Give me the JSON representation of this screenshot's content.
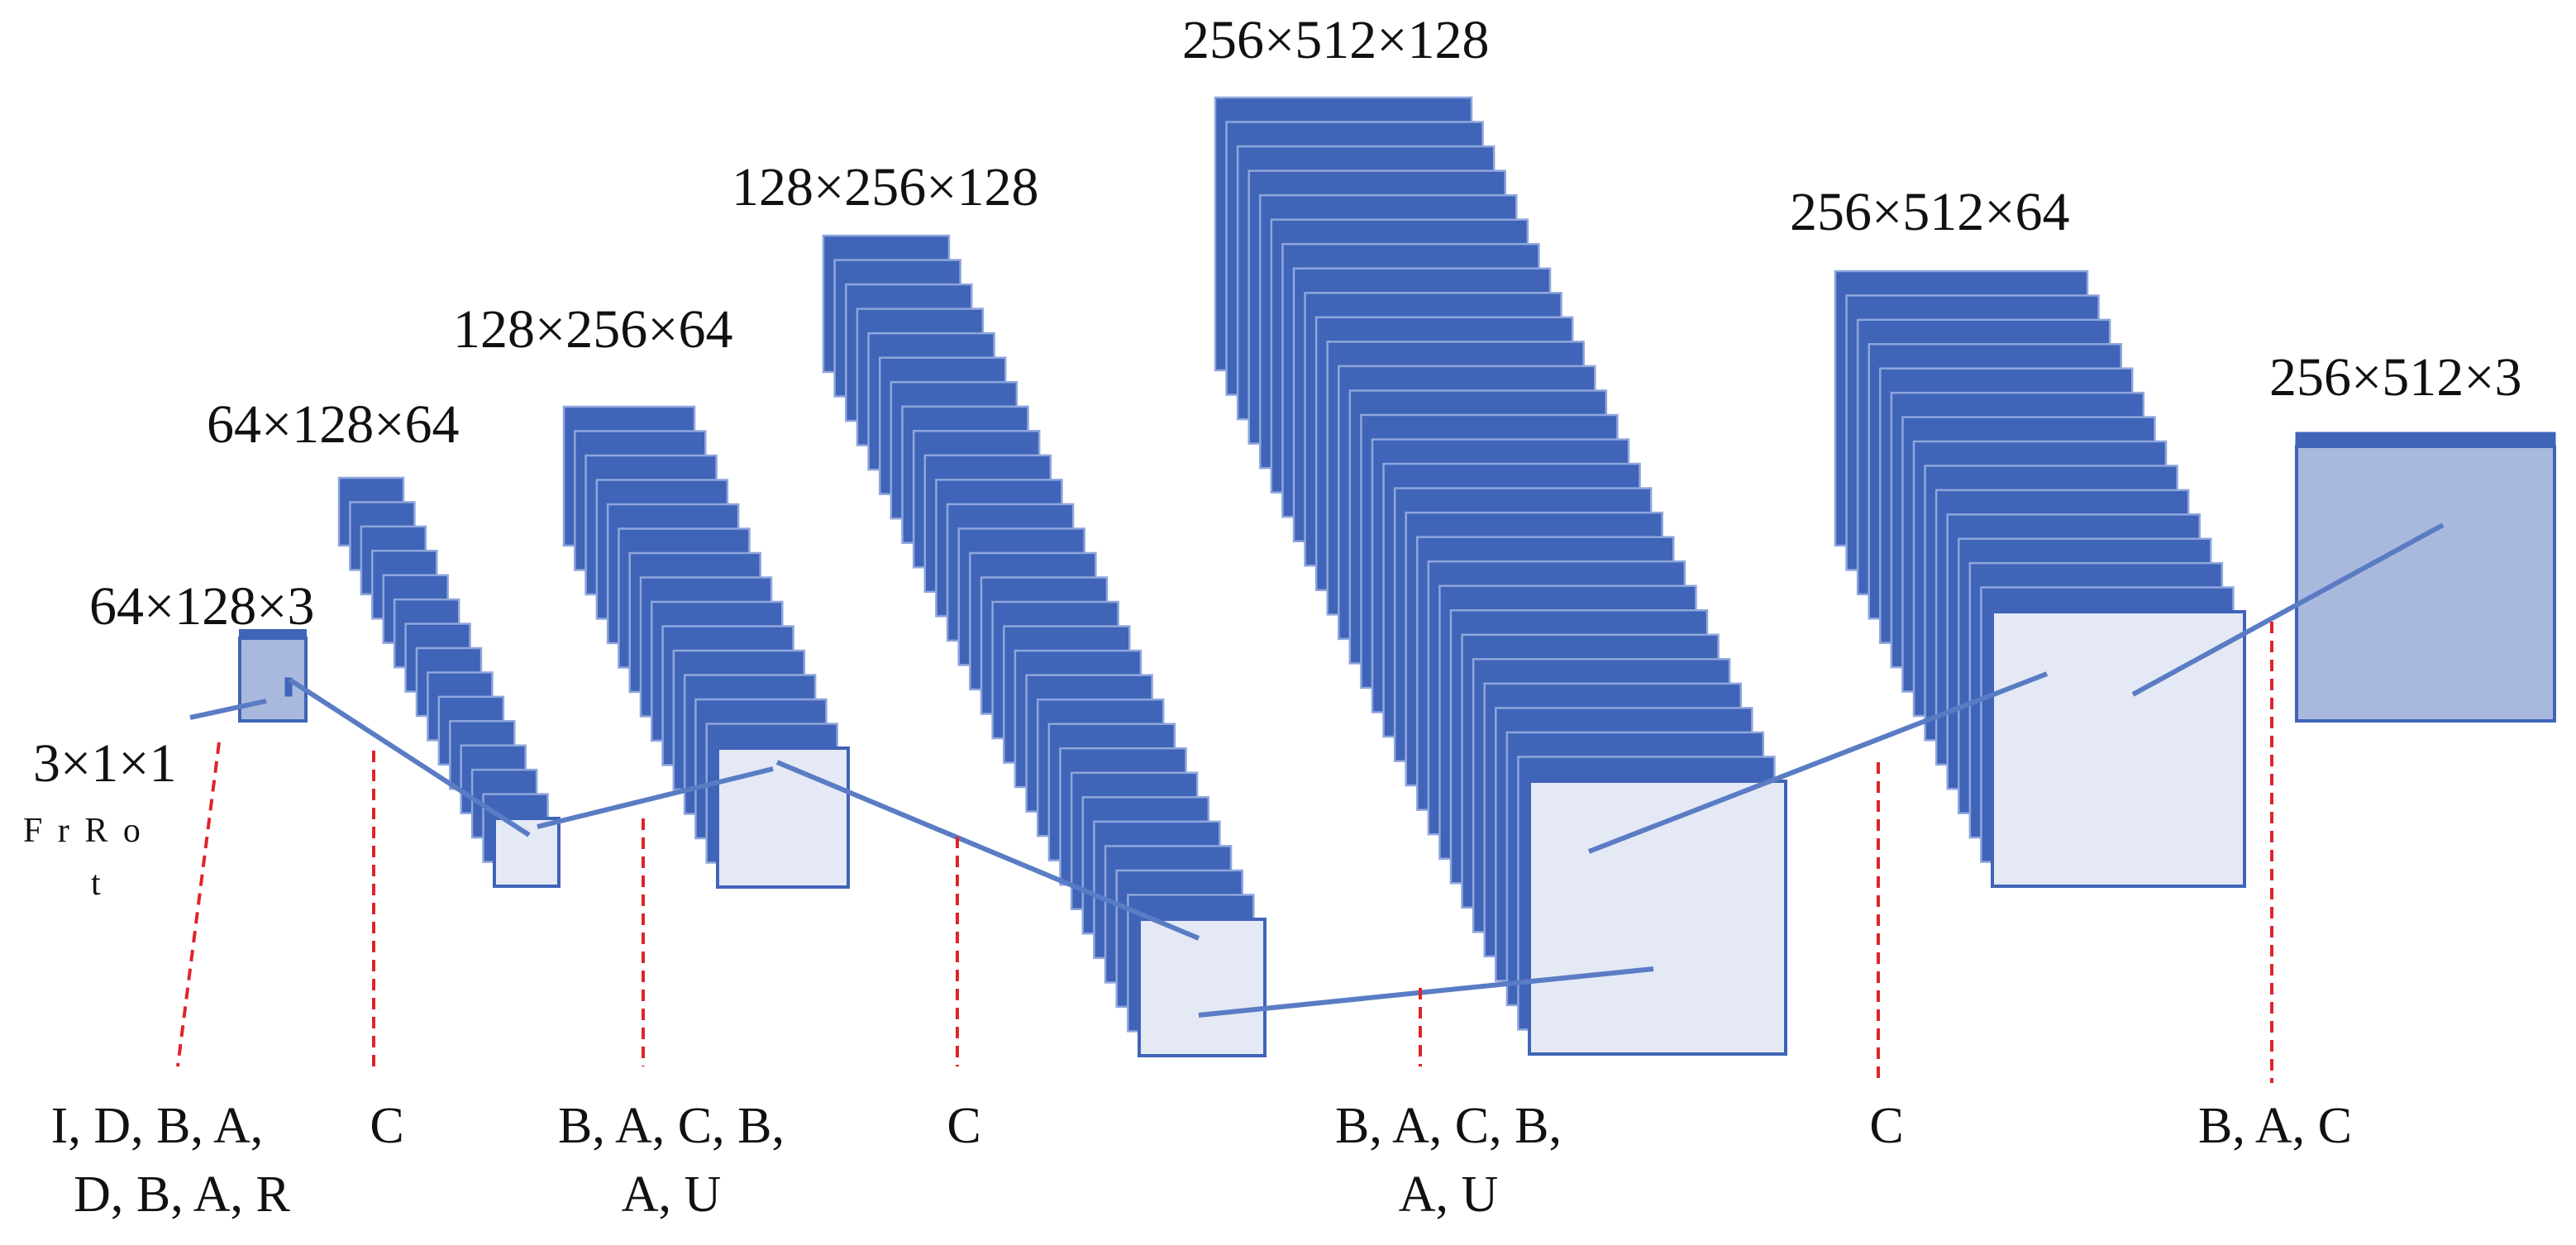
{
  "palette": {
    "layer_dark": "#3f64b8",
    "layer_edge": "#8fa6dc",
    "face_light": "#e4e9f5",
    "face_mid": "#a9b9dd",
    "connector": "#5a7cc4",
    "divider": "#e0242a"
  },
  "layers": [
    {
      "id": "input-3ch",
      "label": "64×128×3"
    },
    {
      "id": "enc1",
      "label": "64×128×64"
    },
    {
      "id": "enc2",
      "label": "128×256×64"
    },
    {
      "id": "enc3",
      "label": "128×256×128"
    },
    {
      "id": "bottleneck",
      "label": "256×512×128"
    },
    {
      "id": "dec1",
      "label": "256×512×64"
    },
    {
      "id": "output",
      "label": "256×512×3"
    }
  ],
  "kernel": {
    "label": "3×1×1",
    "sub_line1": "F r   R o",
    "sub_line2": "t"
  },
  "operations": [
    {
      "line1": "I, D, B, A,",
      "line2": "D, B, A, R"
    },
    {
      "line1": "C",
      "line2": ""
    },
    {
      "line1": "B, A, C, B,",
      "line2": "A, U"
    },
    {
      "line1": "C",
      "line2": ""
    },
    {
      "line1": "B, A, C, B,",
      "line2": "A, U"
    },
    {
      "line1": "C",
      "line2": ""
    },
    {
      "line1": "B, A, C",
      "line2": ""
    }
  ]
}
